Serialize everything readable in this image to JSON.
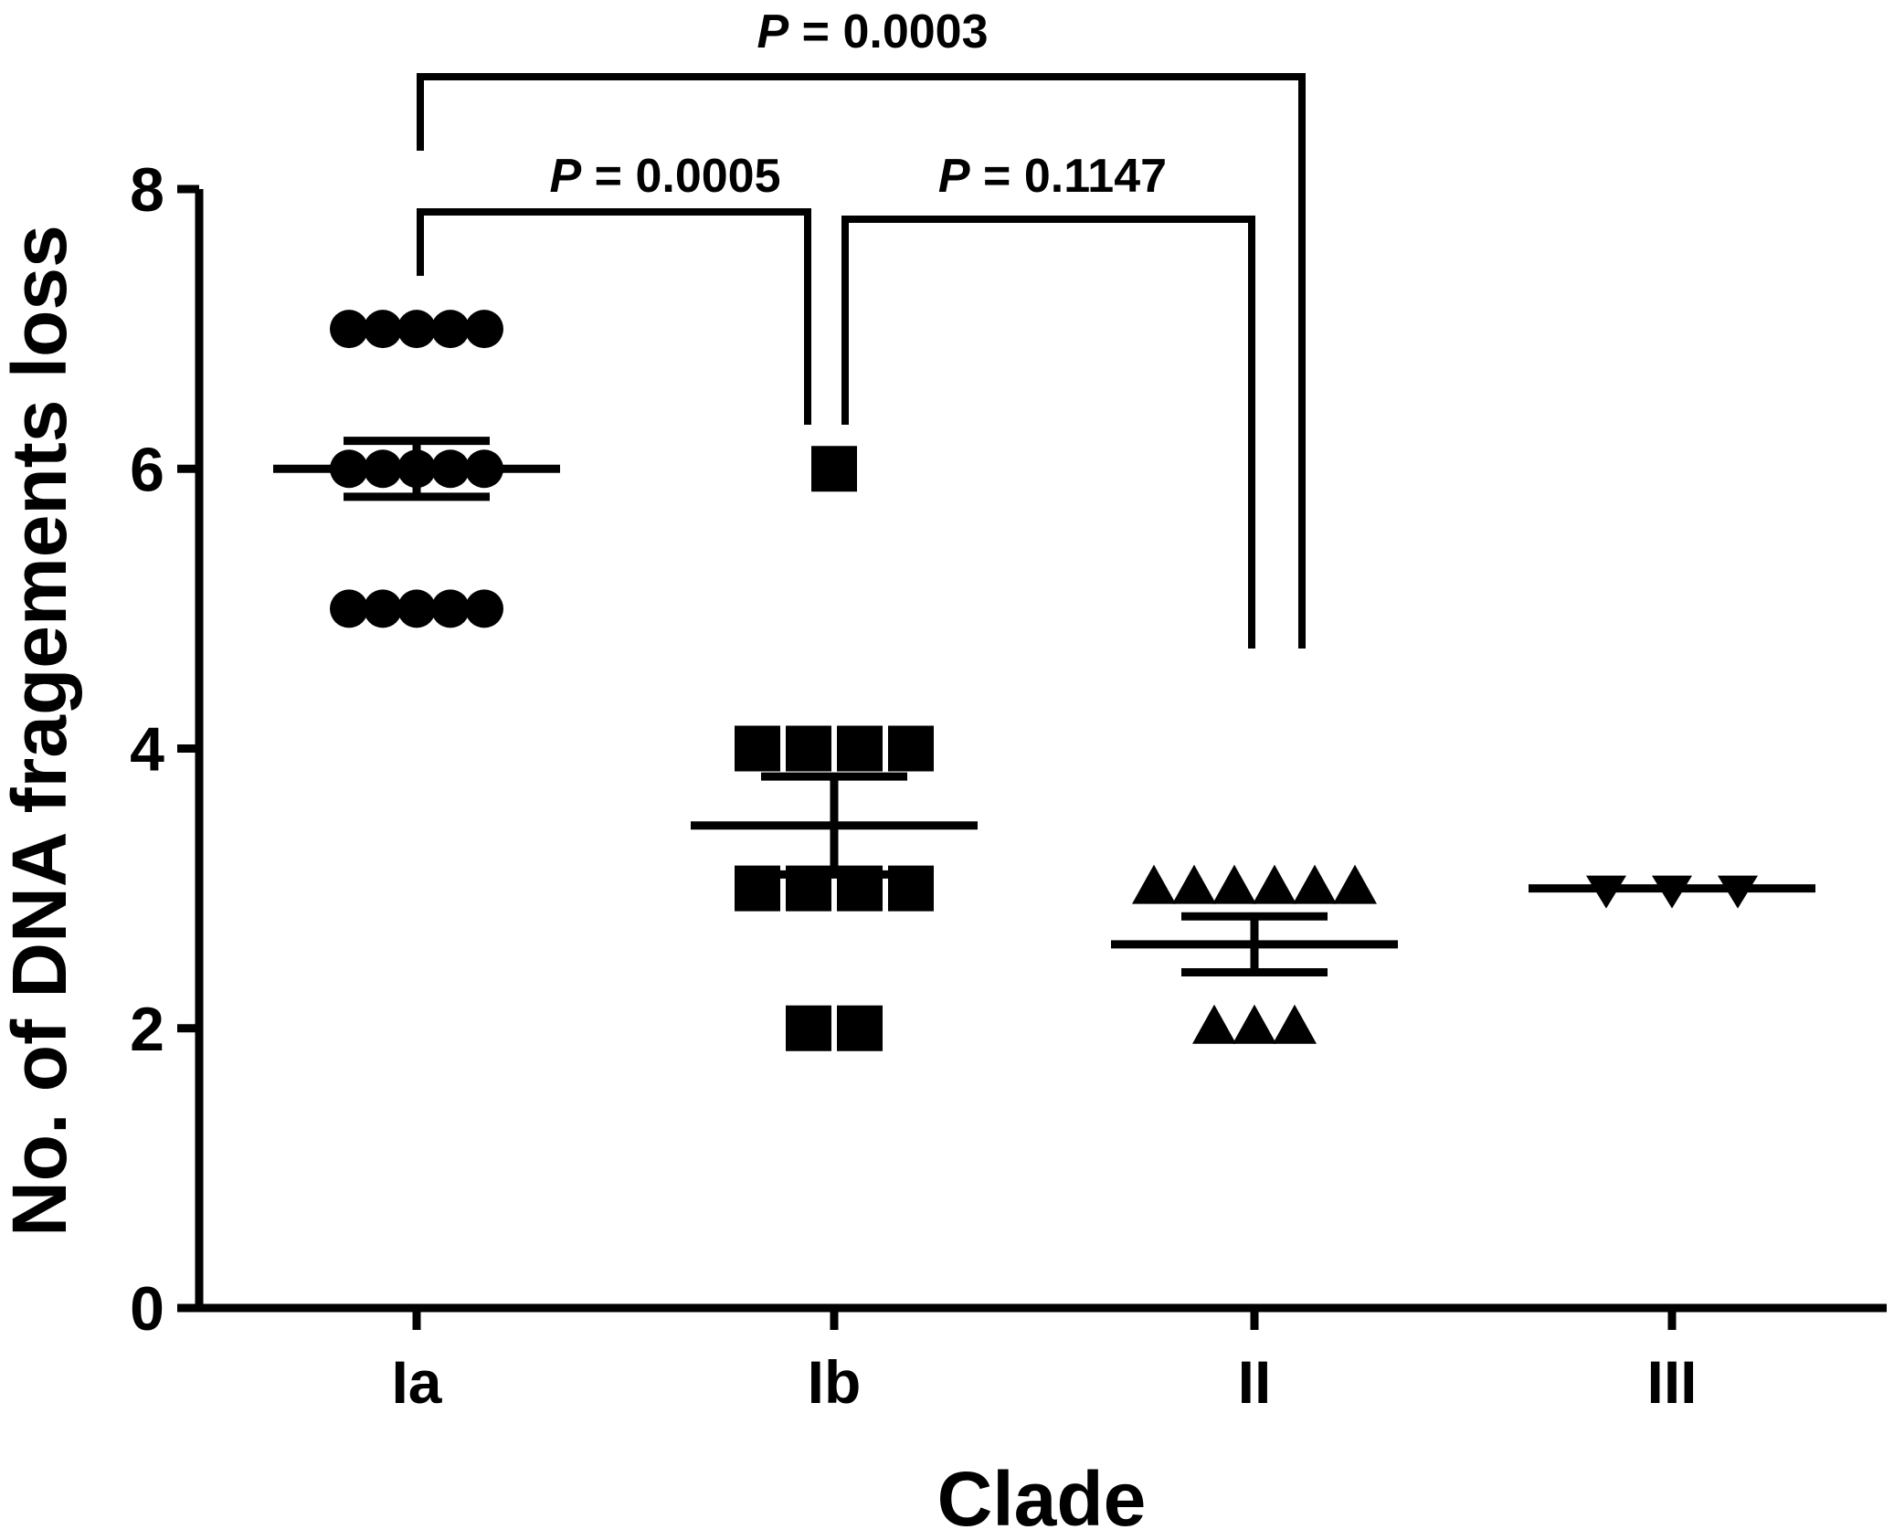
{
  "chart_data": {
    "type": "scatter",
    "subtype": "dot-plot with mean ± SEM",
    "xlabel": "Clade",
    "ylabel": "No. of DNA fragements loss",
    "ylim": [
      0,
      8
    ],
    "yticks": [
      "0",
      "2",
      "4",
      "6",
      "8"
    ],
    "categories": [
      "Ia",
      "Ib",
      "II",
      "III"
    ],
    "grid": false,
    "series": [
      {
        "category": "Ia",
        "marker": "circle",
        "points": [
          7,
          7,
          7,
          7,
          7,
          6,
          6,
          6,
          6,
          6,
          5,
          5,
          5,
          5,
          5
        ],
        "mean": 6.0,
        "sem": 0.2
      },
      {
        "category": "Ib",
        "marker": "square",
        "points": [
          6,
          4,
          4,
          4,
          4,
          3,
          3,
          3,
          3,
          2,
          2
        ],
        "mean": 3.45,
        "sem": 0.35
      },
      {
        "category": "II",
        "marker": "triangle-up",
        "points": [
          3,
          3,
          3,
          3,
          3,
          3,
          2,
          2,
          2
        ],
        "mean": 2.6,
        "sem": 0.2
      },
      {
        "category": "III",
        "marker": "triangle-down",
        "points": [
          3,
          3,
          3
        ],
        "mean": 3.0,
        "sem": 0
      }
    ],
    "comparisons": [
      {
        "from": "Ia",
        "to": "Ib",
        "p_prefix": "P",
        "p_text": " = 0.0005"
      },
      {
        "from": "Ib",
        "to": "II",
        "p_prefix": "P",
        "p_text": " = 0.1147"
      },
      {
        "from": "Ia",
        "to": "II",
        "p_prefix": "P",
        "p_text": " = 0.0003"
      }
    ]
  }
}
